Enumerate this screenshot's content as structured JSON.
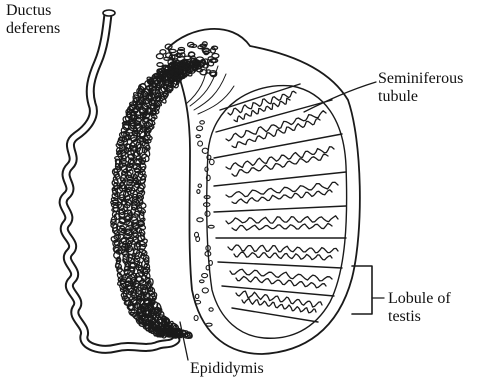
{
  "colors": {
    "ink": "#1a1a1a",
    "background": "#ffffff"
  },
  "labels": {
    "ductus_deferens": [
      "Ductus",
      "deferens"
    ],
    "seminiferous_tubule": [
      "Seminiferous",
      "tubule"
    ],
    "lobule_of_testis": [
      "Lobule of",
      "testis"
    ],
    "epididymis": "Epididymis"
  }
}
